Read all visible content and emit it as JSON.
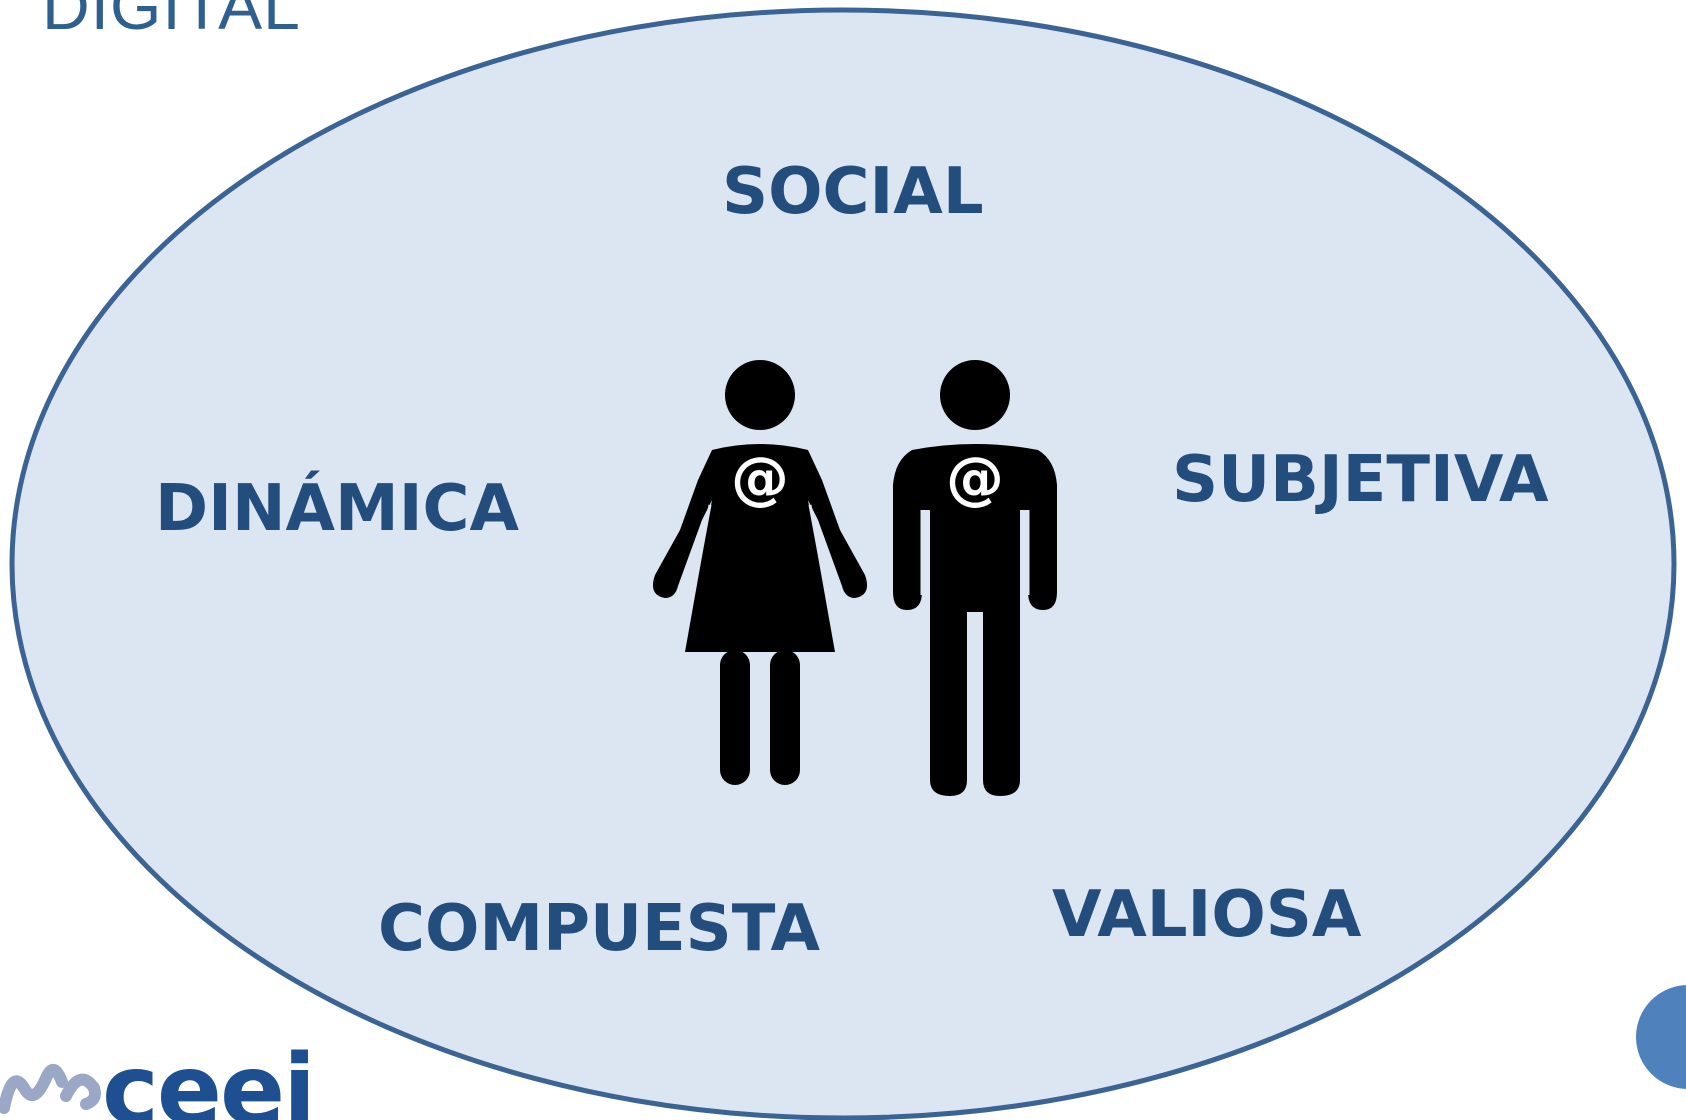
{
  "title": "DIGITAL",
  "attributes": {
    "social": "SOCIAL",
    "dinamica": "DINÁMICA",
    "subjetiva": "SUBJETIVA",
    "compuesta": "COMPUESTA",
    "valiosa": "VALIOSA"
  },
  "figure_symbol": "@",
  "logo": {
    "text": "ceei"
  },
  "colors": {
    "ellipse_fill": "#dce6f2",
    "ellipse_stroke": "#3b6494",
    "label_text": "#234d7c",
    "title_text": "#2e5f8e",
    "side_dot": "#4f81bd",
    "logo_text": "#1d4f91"
  },
  "icons": [
    "woman-icon",
    "man-icon",
    "at-sign-icon"
  ]
}
